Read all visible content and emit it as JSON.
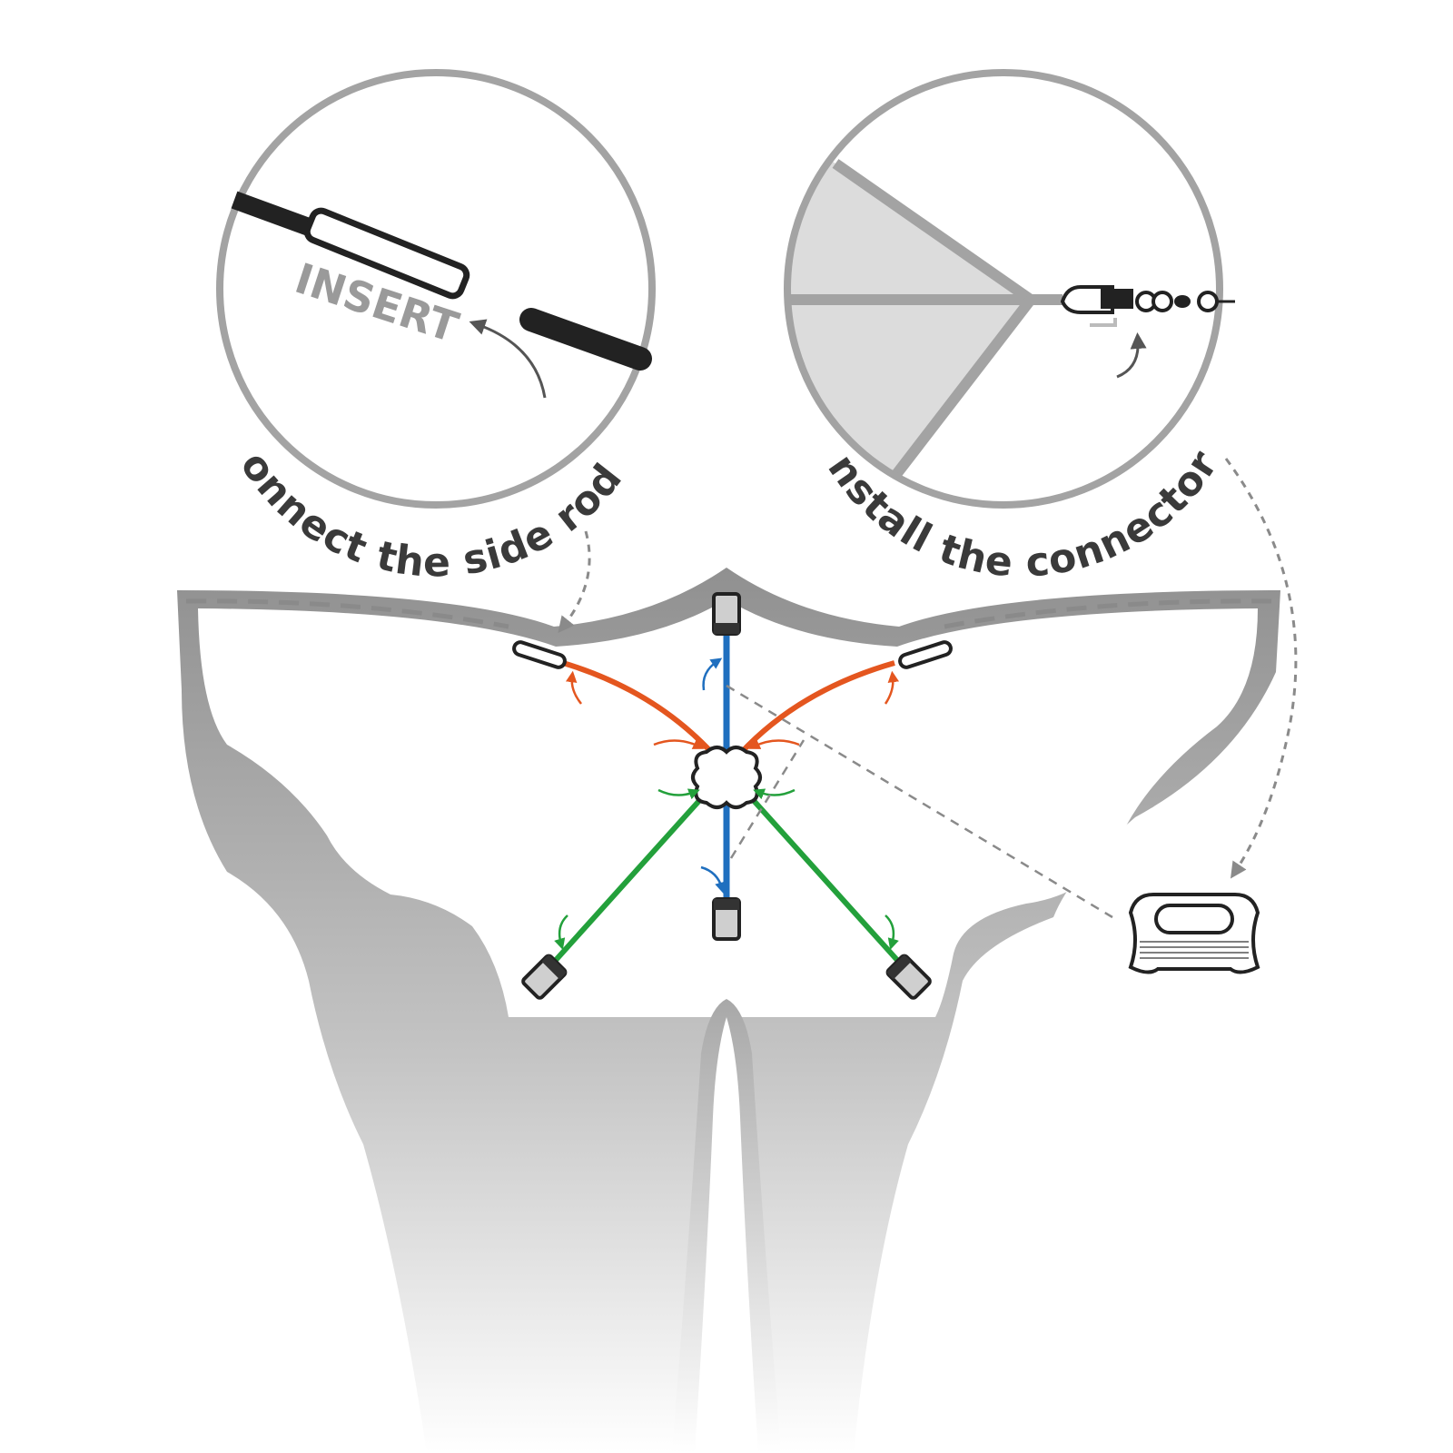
{
  "callouts": {
    "left": {
      "caption": "connect the side rods.",
      "label": "INSERT"
    },
    "right": {
      "caption": "Install the connector."
    }
  },
  "colors": {
    "circle": "#a3a3a3",
    "kite_outline": "#b5b5b5",
    "side_rod": "#e4561f",
    "spine_rod": "#1f6fbf",
    "lower_rod": "#23a03b",
    "arrow_gray": "#555555",
    "dash": "#8a8a8a"
  },
  "icons": [
    "insert-arrow-icon",
    "hook-arrow-icon",
    "center-connector-icon",
    "line-winder-icon",
    "swivel-clip-icon"
  ]
}
